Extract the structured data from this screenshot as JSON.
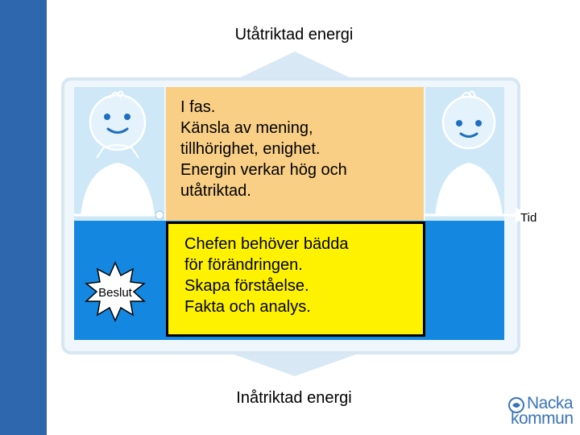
{
  "top_label": "Utåtriktad energi",
  "bottom_label": "Inåtriktad energi",
  "axis_label": "Tid",
  "phase_text": "I fas.\nKänsla av mening,\ntillhörighet, enighet.\nEnergin verkar hög och\nutåtriktad.",
  "action_text": "Chefen behöver bädda\nför förändringen.\nSkapa förståelse.\nFakta och analys.",
  "burst_label": "Beslut",
  "logo": {
    "line1": "Nacka",
    "line2": "kommun"
  },
  "colors": {
    "sidebar": "#2e67ae",
    "sky": "#cfe8f7",
    "water": "#1487e0",
    "phase_box": "#f9cf86",
    "action_box": "#fff200",
    "arrow": "#d8e9f5",
    "logo": "#3a74b8"
  }
}
